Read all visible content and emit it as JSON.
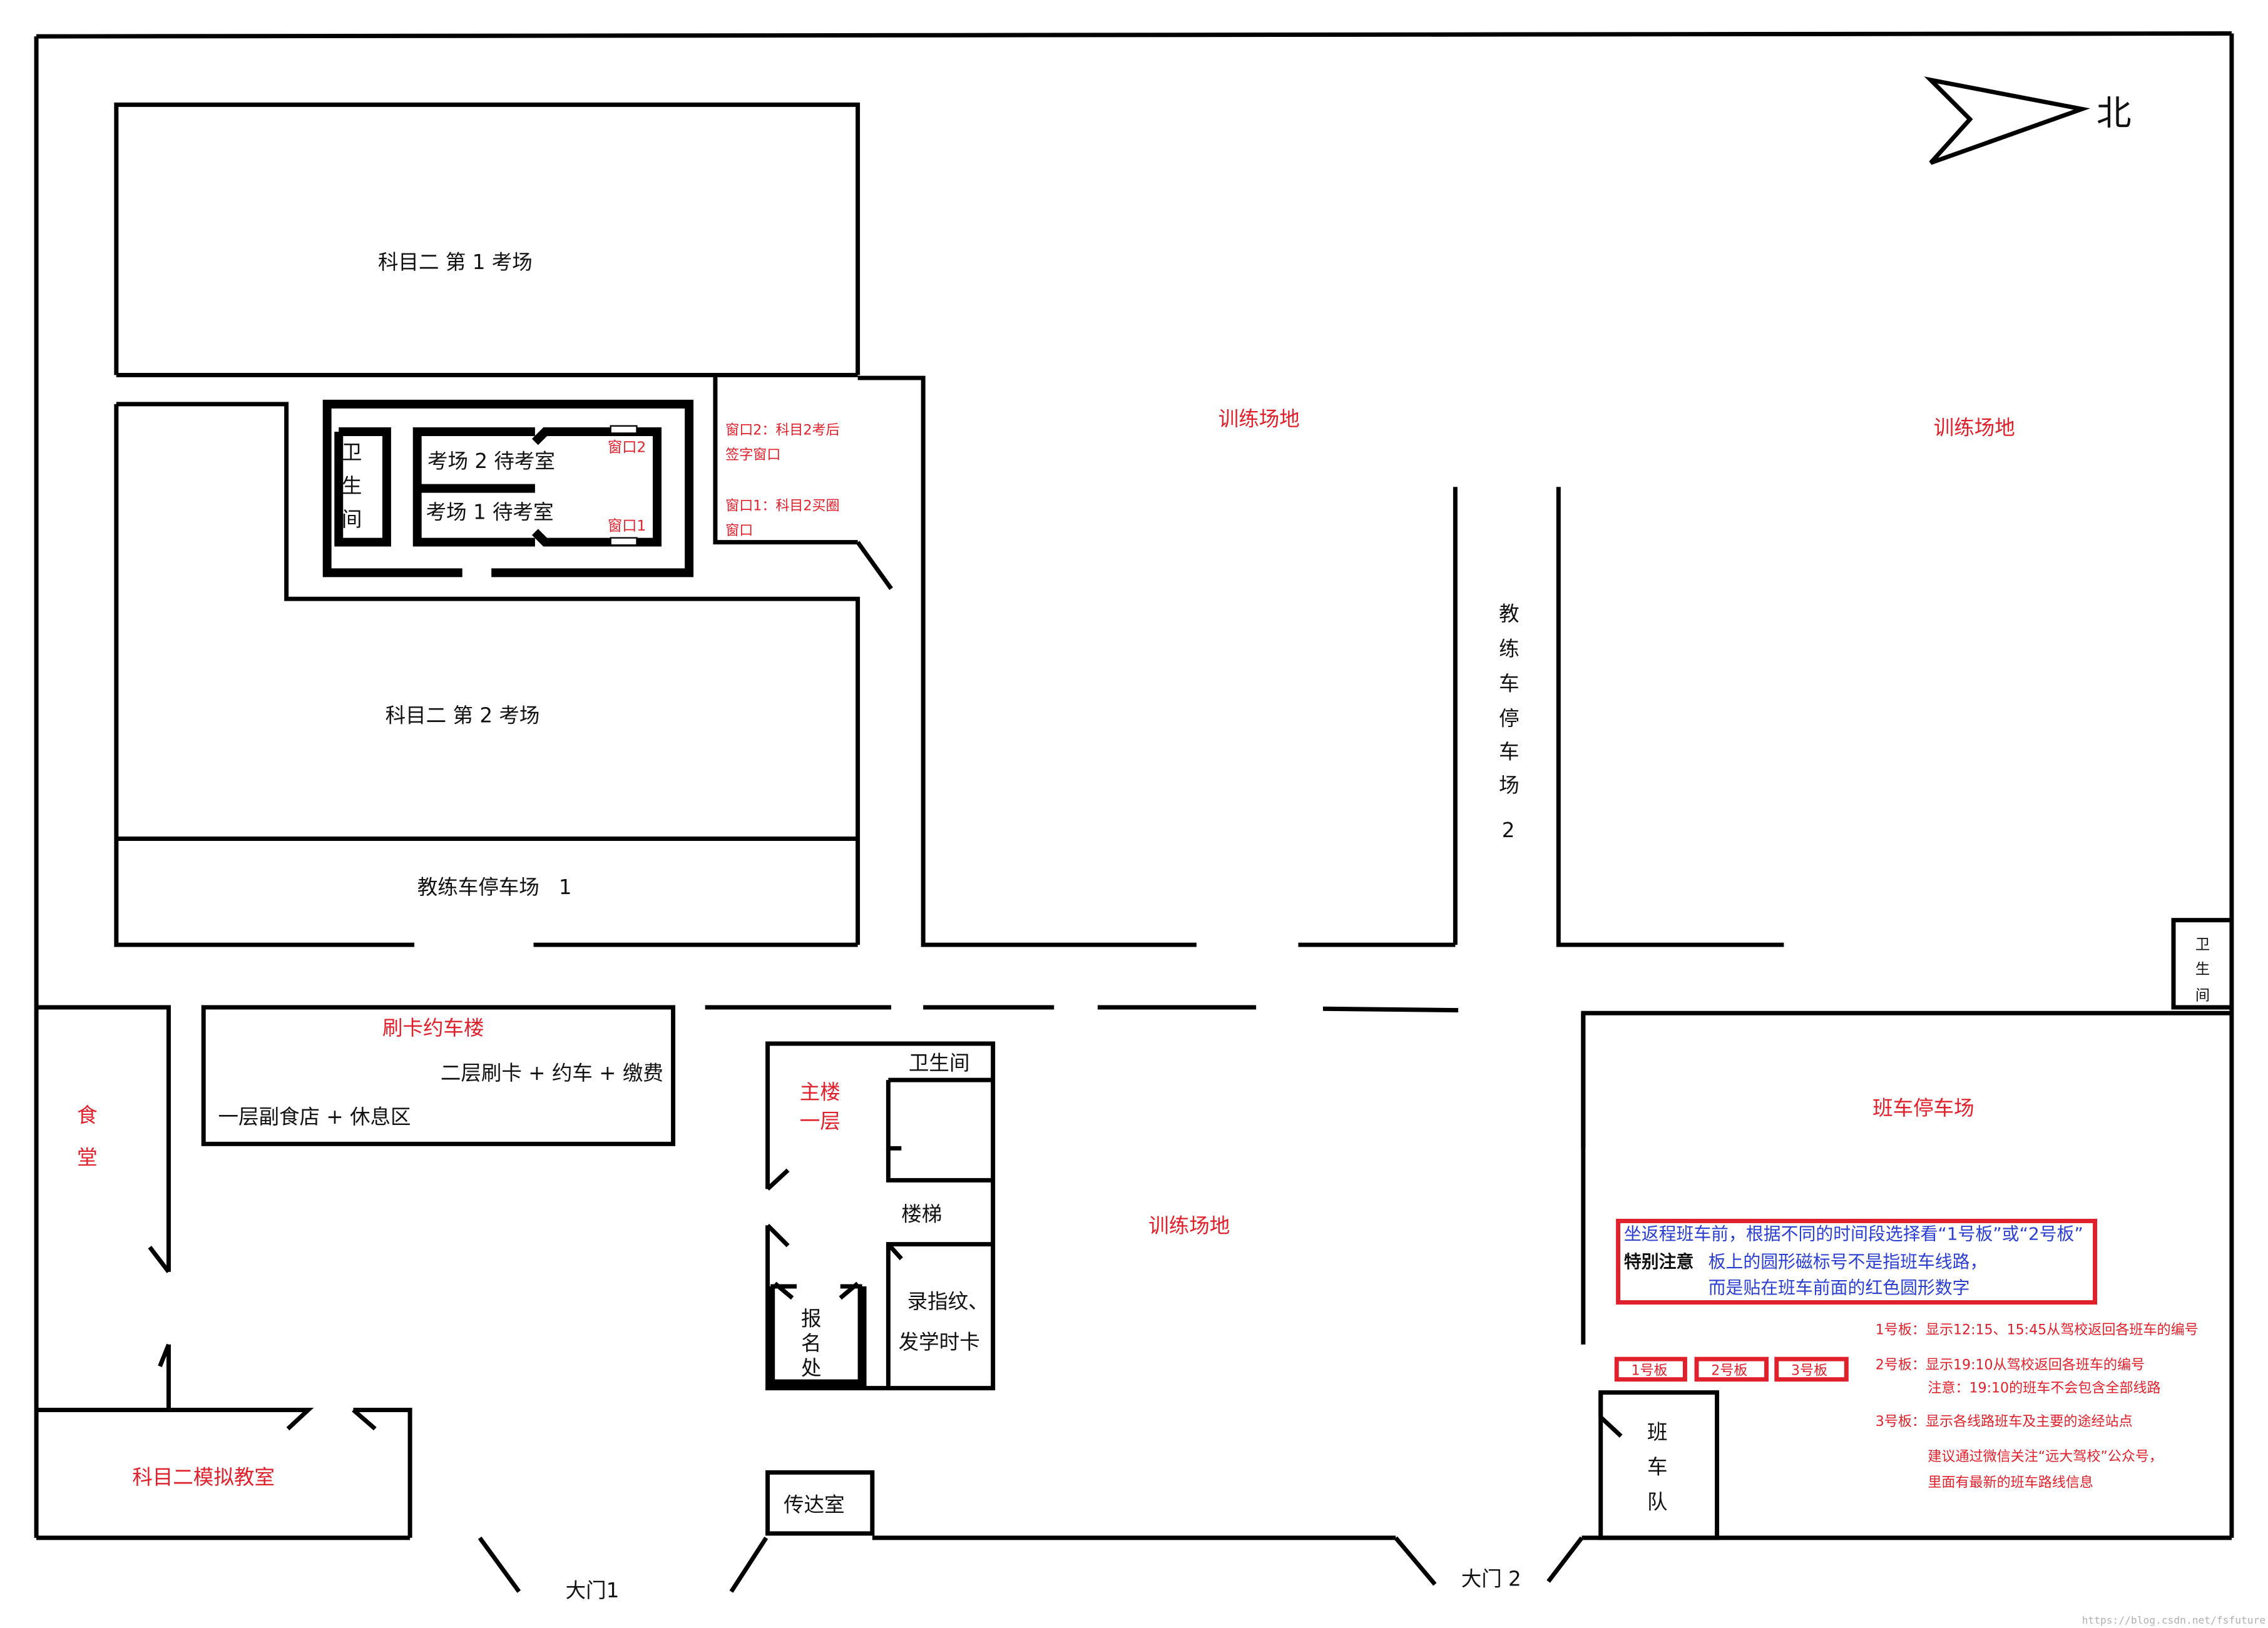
{
  "north_label": "北",
  "rooms": {
    "exam1": "科目二 第 1 考场",
    "exam2": "科目二 第 2 考场",
    "toilet_a": [
      "卫",
      "生",
      "间"
    ],
    "wait2": "考场 2 待考室",
    "wait1": "考场 1 待考室",
    "window2_small": "窗口2",
    "window1_small": "窗口1",
    "window2_note": [
      "窗口2：科目2考后",
      "签字窗口"
    ],
    "window1_note": [
      "窗口1：科目2买圈",
      "窗口"
    ],
    "lot1": "教练车停车场   1",
    "lot2": [
      "教",
      "练",
      "车",
      "停",
      "车",
      "场",
      "2"
    ],
    "training_a": "训练场地",
    "training_b": "训练场地",
    "training_c": "训练场地",
    "toilet_b": [
      "卫",
      "生",
      "间"
    ],
    "card_building": "刷卡约车楼",
    "floor2": "二层刷卡 + 约车 + 缴费",
    "floor1": "一层副食店 + 休息区",
    "canteen": [
      "食",
      "堂"
    ],
    "main_building": [
      "主楼",
      "一层"
    ],
    "toilet_c": "卫生间",
    "stairs": "楼梯",
    "fingerprint": [
      "录指纹、",
      "发学时卡"
    ],
    "registration": [
      "报",
      "名",
      "处"
    ],
    "sim_room": "科目二模拟教室",
    "guard_room": "传达室",
    "gate1": "大门1",
    "gate2": "大门 2",
    "bus_lot": "班车停车场",
    "bus_team": [
      "班",
      "车",
      "队"
    ]
  },
  "notice": {
    "line1": "坐返程班车前，根据不同的时间段选择看“1号板”或“2号板”",
    "bold": "特别注意",
    "line2": "板上的圆形磁标号不是指班车线路，",
    "line3": "而是贴在班车前面的红色圆形数字"
  },
  "boards": {
    "labels": [
      "1号板",
      "2号板",
      "3号板"
    ],
    "b1": "1号板：显示12:15、15:45从驾校返回各班车的编号",
    "b2": "2号板：显示19:10从驾校返回各班车的编号",
    "b2_note": "注意：19:10的班车不会包含全部线路",
    "b3": "3号板：显示各线路班车及主要的途经站点",
    "tip1": "建议通过微信关注“远大驾校”公众号，",
    "tip2": "里面有最新的班车路线信息"
  },
  "watermark": "https://blog.csdn.net/fsfuture",
  "colors": {
    "red": "#e0202a",
    "blue": "#2a3fd0",
    "line": "#000000"
  }
}
